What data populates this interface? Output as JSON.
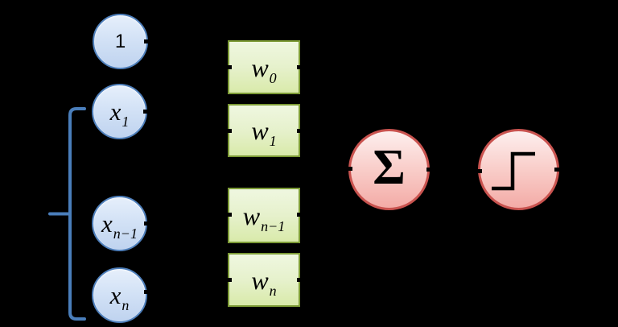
{
  "background_color": "#000000",
  "input_nodes": [
    {
      "label": "1",
      "sub": ""
    },
    {
      "label": "x",
      "sub": "1"
    },
    {
      "label": "x",
      "sub": "n−1"
    },
    {
      "label": "x",
      "sub": "n"
    }
  ],
  "weight_boxes": [
    {
      "label": "w",
      "sub": "0"
    },
    {
      "label": "w",
      "sub": "1"
    },
    {
      "label": "w",
      "sub": "n−1"
    },
    {
      "label": "w",
      "sub": "n"
    }
  ],
  "summation_node": {
    "symbol": "Σ"
  },
  "activation_node": {
    "icon": "step-function"
  },
  "colors": {
    "input_fill_top": "#e6effb",
    "input_fill_bottom": "#bfd3ef",
    "input_border": "#4e7fbb",
    "weight_fill_top": "#eff7e0",
    "weight_fill_bottom": "#d9eaaa",
    "weight_border": "#7c9a35",
    "proc_fill_top": "#fdefee",
    "proc_fill_bottom": "#f3aba6",
    "proc_border": "#c9534f",
    "brace": "#4a7ebb",
    "text": "#000000"
  }
}
